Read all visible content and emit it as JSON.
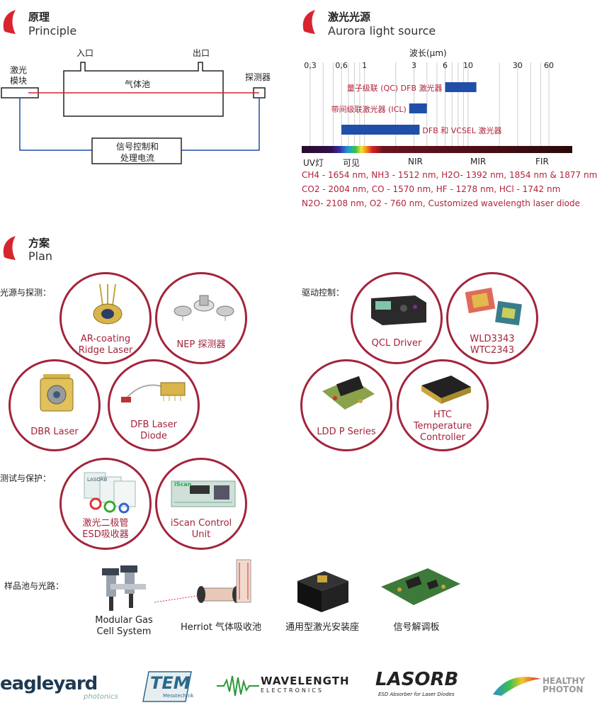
{
  "principle": {
    "title_zh": "原理",
    "title_en": "Principle",
    "inlet": "入口",
    "outlet": "出口",
    "laser_module": "激光\n模块",
    "gas_cell": "气体池",
    "detector": "探测器",
    "signal_box": "信号控制和\n处理电流"
  },
  "source": {
    "title_zh": "激光光源",
    "title_en": "Aurora light source",
    "wavelength_label": "波长(μm)",
    "ticks": [
      "0,3",
      "0,6",
      "1",
      "3",
      "6",
      "10",
      "30",
      "60"
    ],
    "lasers": [
      {
        "label": "量子级联 (QC) DFB 激光器",
        "from": 6,
        "to": 12
      },
      {
        "label": "带间级联激光器 (ICL)",
        "from": 2.7,
        "to": 4
      },
      {
        "label": "DFB 和 VCSEL 激光器",
        "from": 0.6,
        "to": 3.4
      }
    ],
    "bands": [
      "UV灯",
      "可见",
      "NIR",
      "MIR",
      "FIR"
    ],
    "gas_lines": [
      "CH4 - 1654 nm, NH3 - 1512 nm, H2O- 1392 nm, 1854 nm & 1877 nm",
      "CO2 - 2004 nm, CO   - 1570 nm, HF   - 1278 nm, HCl - 1742 nm",
      "N2O- 2108 nm, O2 - 760 nm, Customized wavelength laser diode"
    ]
  },
  "plan": {
    "title_zh": "方案",
    "title_en": "Plan",
    "groups": {
      "source_detect": "光源与探测：",
      "drive_control": "驱动控制：",
      "test_protect": "测试与保护：",
      "sample_path": "样品池与光路："
    },
    "circles": {
      "ar_coating": "AR-coating\nRidge Laser",
      "nep": "NEP 探测器",
      "dbr": "DBR Laser",
      "dfb": "DFB Laser\nDiode",
      "qcl": "QCL Driver",
      "wld": "WLD3343\nWTC2343",
      "ldd": "LDD P Series",
      "htc": "HTC\nTemperature\nController",
      "esd": "激光二极管\nESD吸收器",
      "iscan": "iScan Control\nUnit"
    },
    "products": {
      "gas_cell": "Modular Gas\nCell System",
      "herriot": "Herriot 气体吸收池",
      "mount": "通用型激光安装座",
      "demod": "信号解调板"
    },
    "device_texts": {
      "lasorb_small": "LASORB",
      "iscan_brand": "iScan"
    }
  },
  "logos": {
    "eagleyard": "eagleyard",
    "eagleyard_sub": "photonics",
    "tem": "TEM",
    "tem_sub": "Messtechnik",
    "wavelength": "WAVELENGTH",
    "wavelength_sub": "ELECTRONICS",
    "lasorb": "LASORB",
    "lasorb_sub": "ESD Absorber for Laser Diodes",
    "healthy": "HEALTHY",
    "photon": "PHOTON"
  },
  "colors": {
    "accent": "#d7252f",
    "circle": "#a3243b",
    "laser_bar": "#1f4fa8",
    "text_red": "#b0243a"
  }
}
